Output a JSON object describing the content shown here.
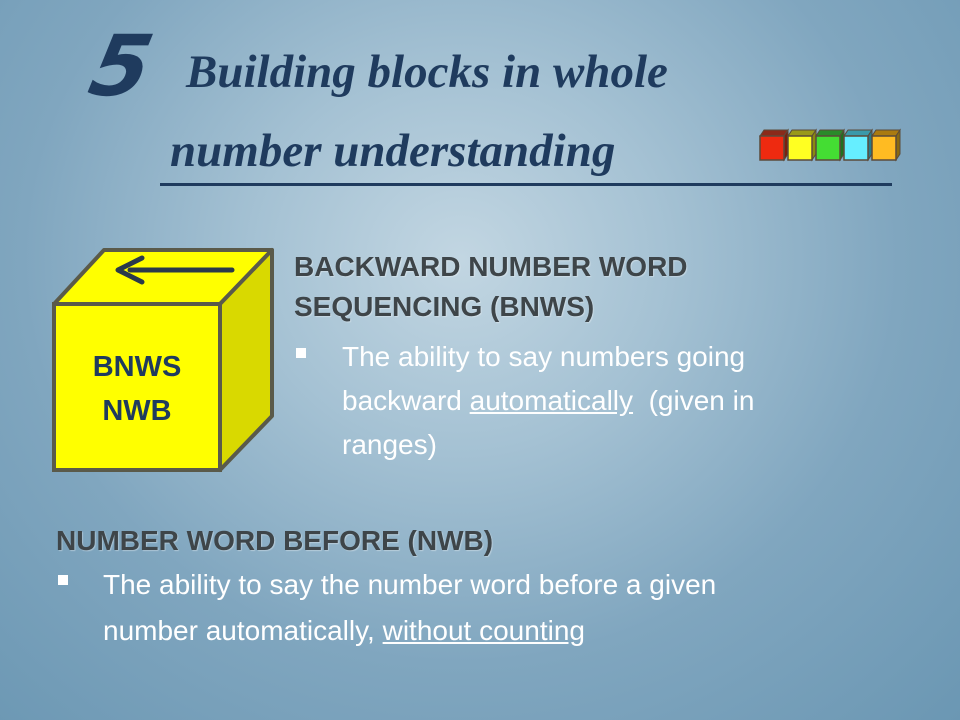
{
  "slide": {
    "number": "5",
    "title_line1": "Building blocks in whole",
    "title_line2": "number understanding",
    "blocks_icon": "colored-blocks-icon",
    "colors": {
      "title": "#1f3b5e",
      "heading": "#3e4549",
      "body": "#ffffff",
      "cube_face": "#ffff00",
      "cube_side": "#d9d900"
    }
  },
  "cube": {
    "line1": "BNWS",
    "line2": "NWB",
    "icon": "left-arrow-icon"
  },
  "section1": {
    "heading_line1": "BACKWARD NUMBER WORD",
    "heading_line2": "SEQUENCING (BNWS)",
    "bullet_line1": "The ability to say numbers  going",
    "bullet_line2_pre": "backward ",
    "bullet_line2_underlined": "automatically",
    "bullet_line2_post": "  (given in",
    "bullet_line3": "ranges)"
  },
  "section2": {
    "heading": "NUMBER WORD BEFORE (NWB)",
    "bullet_line1": "The ability to say the number word before a given",
    "bullet_line2_pre": "number automatically, ",
    "bullet_line2_underlined": "without counting"
  }
}
